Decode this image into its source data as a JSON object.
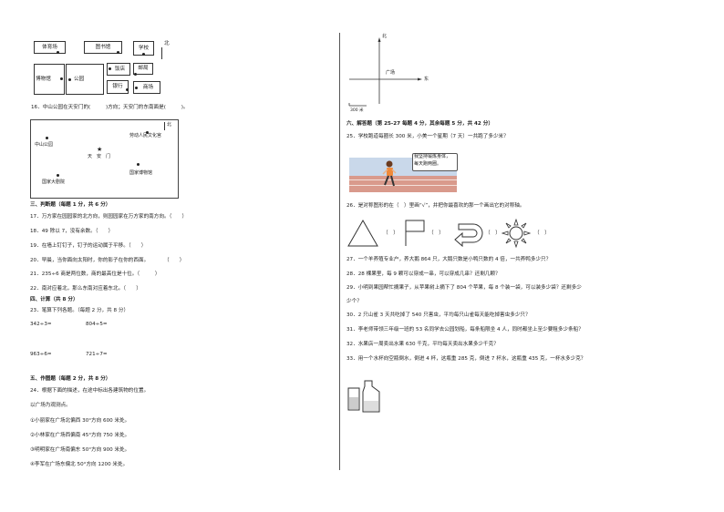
{
  "map1": {
    "labels": [
      "体育场",
      "图书馆",
      "学校",
      "博物馆",
      "公园",
      "饭店",
      "邮局",
      "银行",
      "商场"
    ],
    "north": "北"
  },
  "q16": {
    "text": "16．中山公园在天安门的(　　　)方向；天安门的东南面是(　　　)。",
    "north": "北",
    "places": [
      "中山公园",
      "劳动人民文化宫",
      "天　安　门",
      "国家博物馆",
      "国家大剧院"
    ]
  },
  "section3": {
    "heading": "三、判断题（每题 1 分，共 6 分）",
    "items": [
      "17．万方家在园园家的北方向，则园园家在万方家的南方向。（　　）",
      "18．49 除以 7，没有余数。（　　）",
      "19．在墙上钉钉子，钉子的运动属于平移。（　　）",
      "20．早晨，当你面向太阳时，你的影子在你的西面。　　　　（　　）",
      "21．235÷6 商是两位数，商的最高位是十位。（　　　）",
      "22．南对应着北，那么东南对应着东北。（　　）"
    ]
  },
  "section4": {
    "heading": "四、计算（共 8 分）",
    "q23": "23．笔算下列各题。（每题 2 分，共 8 分）",
    "exprs": [
      "342÷3=",
      "804÷5=",
      "963÷6=",
      "721÷7="
    ]
  },
  "section5": {
    "heading": "五、作图题（每题 2 分，共 8 分）",
    "q24": "24．根据下面的描述，在途中标出各建筑物的位置。",
    "intro": "以广场为观测点。",
    "items": [
      "①小丽家在广场北偏西 30°方向 600 米处。",
      "②小林家在广场西偏南 45°方向 750 米处。",
      "③明明家在广场南偏东 50°方向 900 米处。",
      "④李军在广场东偏北 50°方向 1200 米处。"
    ]
  },
  "compass": {
    "north": "北",
    "east": "东",
    "center": "广场",
    "scale": "300 米"
  },
  "section6": {
    "heading": "六、解答题（第 25-27 每题 4 分，其余每题 5 分，共 42 分）",
    "q25": "25．学校跑道每圈长 300 米，小美一个星期（7 天）一共跑了多少米？",
    "bubble": [
      "我坚持锻炼身体，",
      "每天跑两圈。"
    ],
    "q26": "26．是对称图形的在（　）里画“√”，并把你最喜欢的那一个画出它的对称轴。",
    "parens": [
      "（　）",
      "（　）",
      "（　）",
      "（　）"
    ],
    "questions": [
      "27．一个羊养殖专业户，养大鹅 864 只，大鹅只数是小鸭只数的 4 倍，一共养鸭多少只？",
      "28．28 棵果里，每 9 颗可以穿成一串，可以穿成几串？还剩几颗？",
      "29．小明到果园帮忙摘果子，从苹果树上摘下了 804 个苹果，每 8 个装一袋，可以装多少袋？还剩多少",
      "少个？",
      "30．2 只山雀 3 天共吃掉了 540 只害虫，平均每只山雀每天能吃掉害虫多少只？",
      "31．李老师带领三年级一班的 53 名同学去公园划船，每条船限坐 4 人，同时都坐上至少要租多少条船？",
      "32．水果店一周卖出水果 630 千克，平均每天卖出水果多少千克？",
      "33．用一个水杯向空瓶倒水，倒进 4 杯，这瓶重 285 克，倒进 7 杯水，这瓶重 435 克，一杯水多少克？"
    ]
  }
}
